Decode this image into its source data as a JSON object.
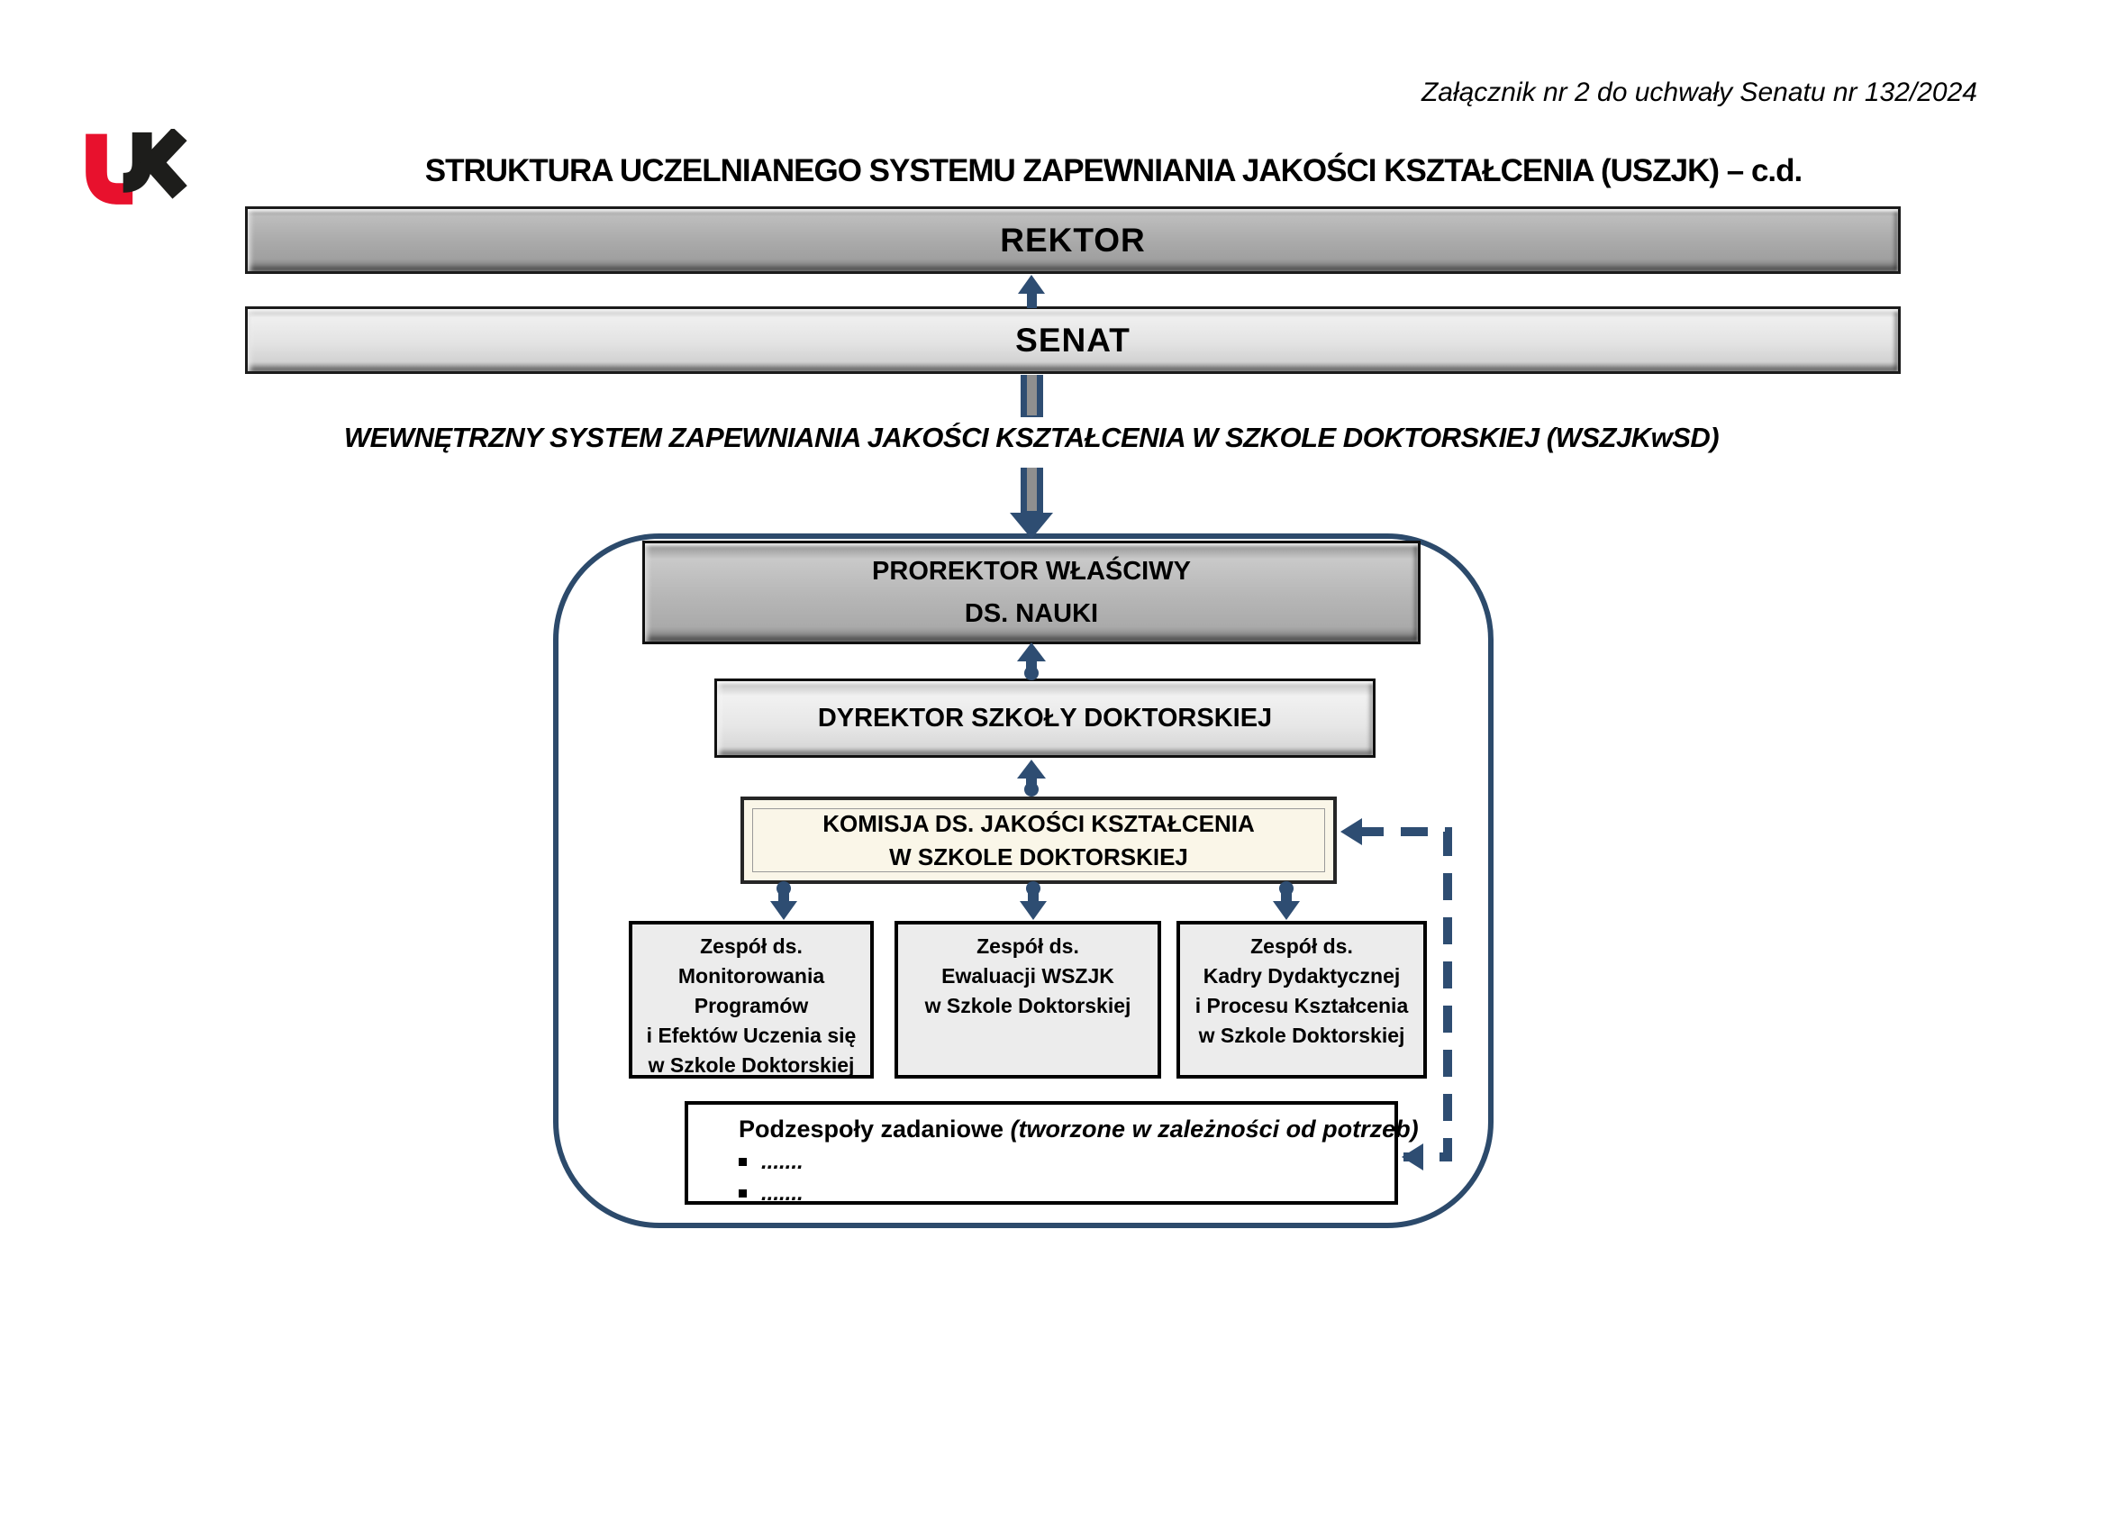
{
  "annotation": "Załącznik nr 2 do uchwały Senatu nr 132/2024",
  "title": "STRUKTURA UCZELNIANEGO SYSTEMU ZAPEWNIANIA JAKOŚCI KSZTAŁCENIA (USZJK) – c.d.",
  "logo": {
    "name": "UJK"
  },
  "nodes": {
    "rektor": "REKTOR",
    "senat": "SENAT",
    "wszjk_heading": "WEWNĘTRZNY SYSTEM ZAPEWNIANIA JAKOŚCI KSZTAŁCENIA W SZKOLE DOKTORSKIEJ (WSZJKwSD)",
    "prorektor": {
      "line1": "PROREKTOR WŁAŚCIWY",
      "line2": "DS. NAUKI"
    },
    "dyrektor": "DYREKTOR SZKOŁY DOKTORSKIEJ",
    "komisja": {
      "line1": "KOMISJA DS. JAKOŚCI KSZTAŁCENIA",
      "line2": "W SZKOLE DOKTORSKIEJ"
    },
    "teams": [
      {
        "lines": [
          "Zespół ds.",
          "Monitorowania",
          "Programów",
          "i Efektów Uczenia się",
          "w Szkole Doktorskiej"
        ]
      },
      {
        "lines": [
          "Zespół ds.",
          "Ewaluacji WSZJK",
          "w Szkole Doktorskiej"
        ]
      },
      {
        "lines": [
          "Zespół ds.",
          "Kadry Dydaktycznej",
          "i Procesu Kształcenia",
          "w Szkole Doktorskiej"
        ]
      }
    ],
    "podzespoly": {
      "title": "Podzespoły zadaniowe",
      "note": "(tworzone w zależności od potrzeb)",
      "bullets": [
        ".......",
        "......."
      ]
    }
  },
  "colors": {
    "arrow_navy": "#2e4d72",
    "container_border_navy": "#2c4a6b",
    "rektor_gray": "#ababab",
    "senat_gray": "#e3e3e3",
    "prorektor_gray": "#b6b6b6",
    "dyrektor_gray": "#e7e7e7",
    "komisja_cream": "#faf6e8",
    "team_gray": "#ececec",
    "logo_red": "#e8112d",
    "logo_black": "#1d1d1b"
  }
}
